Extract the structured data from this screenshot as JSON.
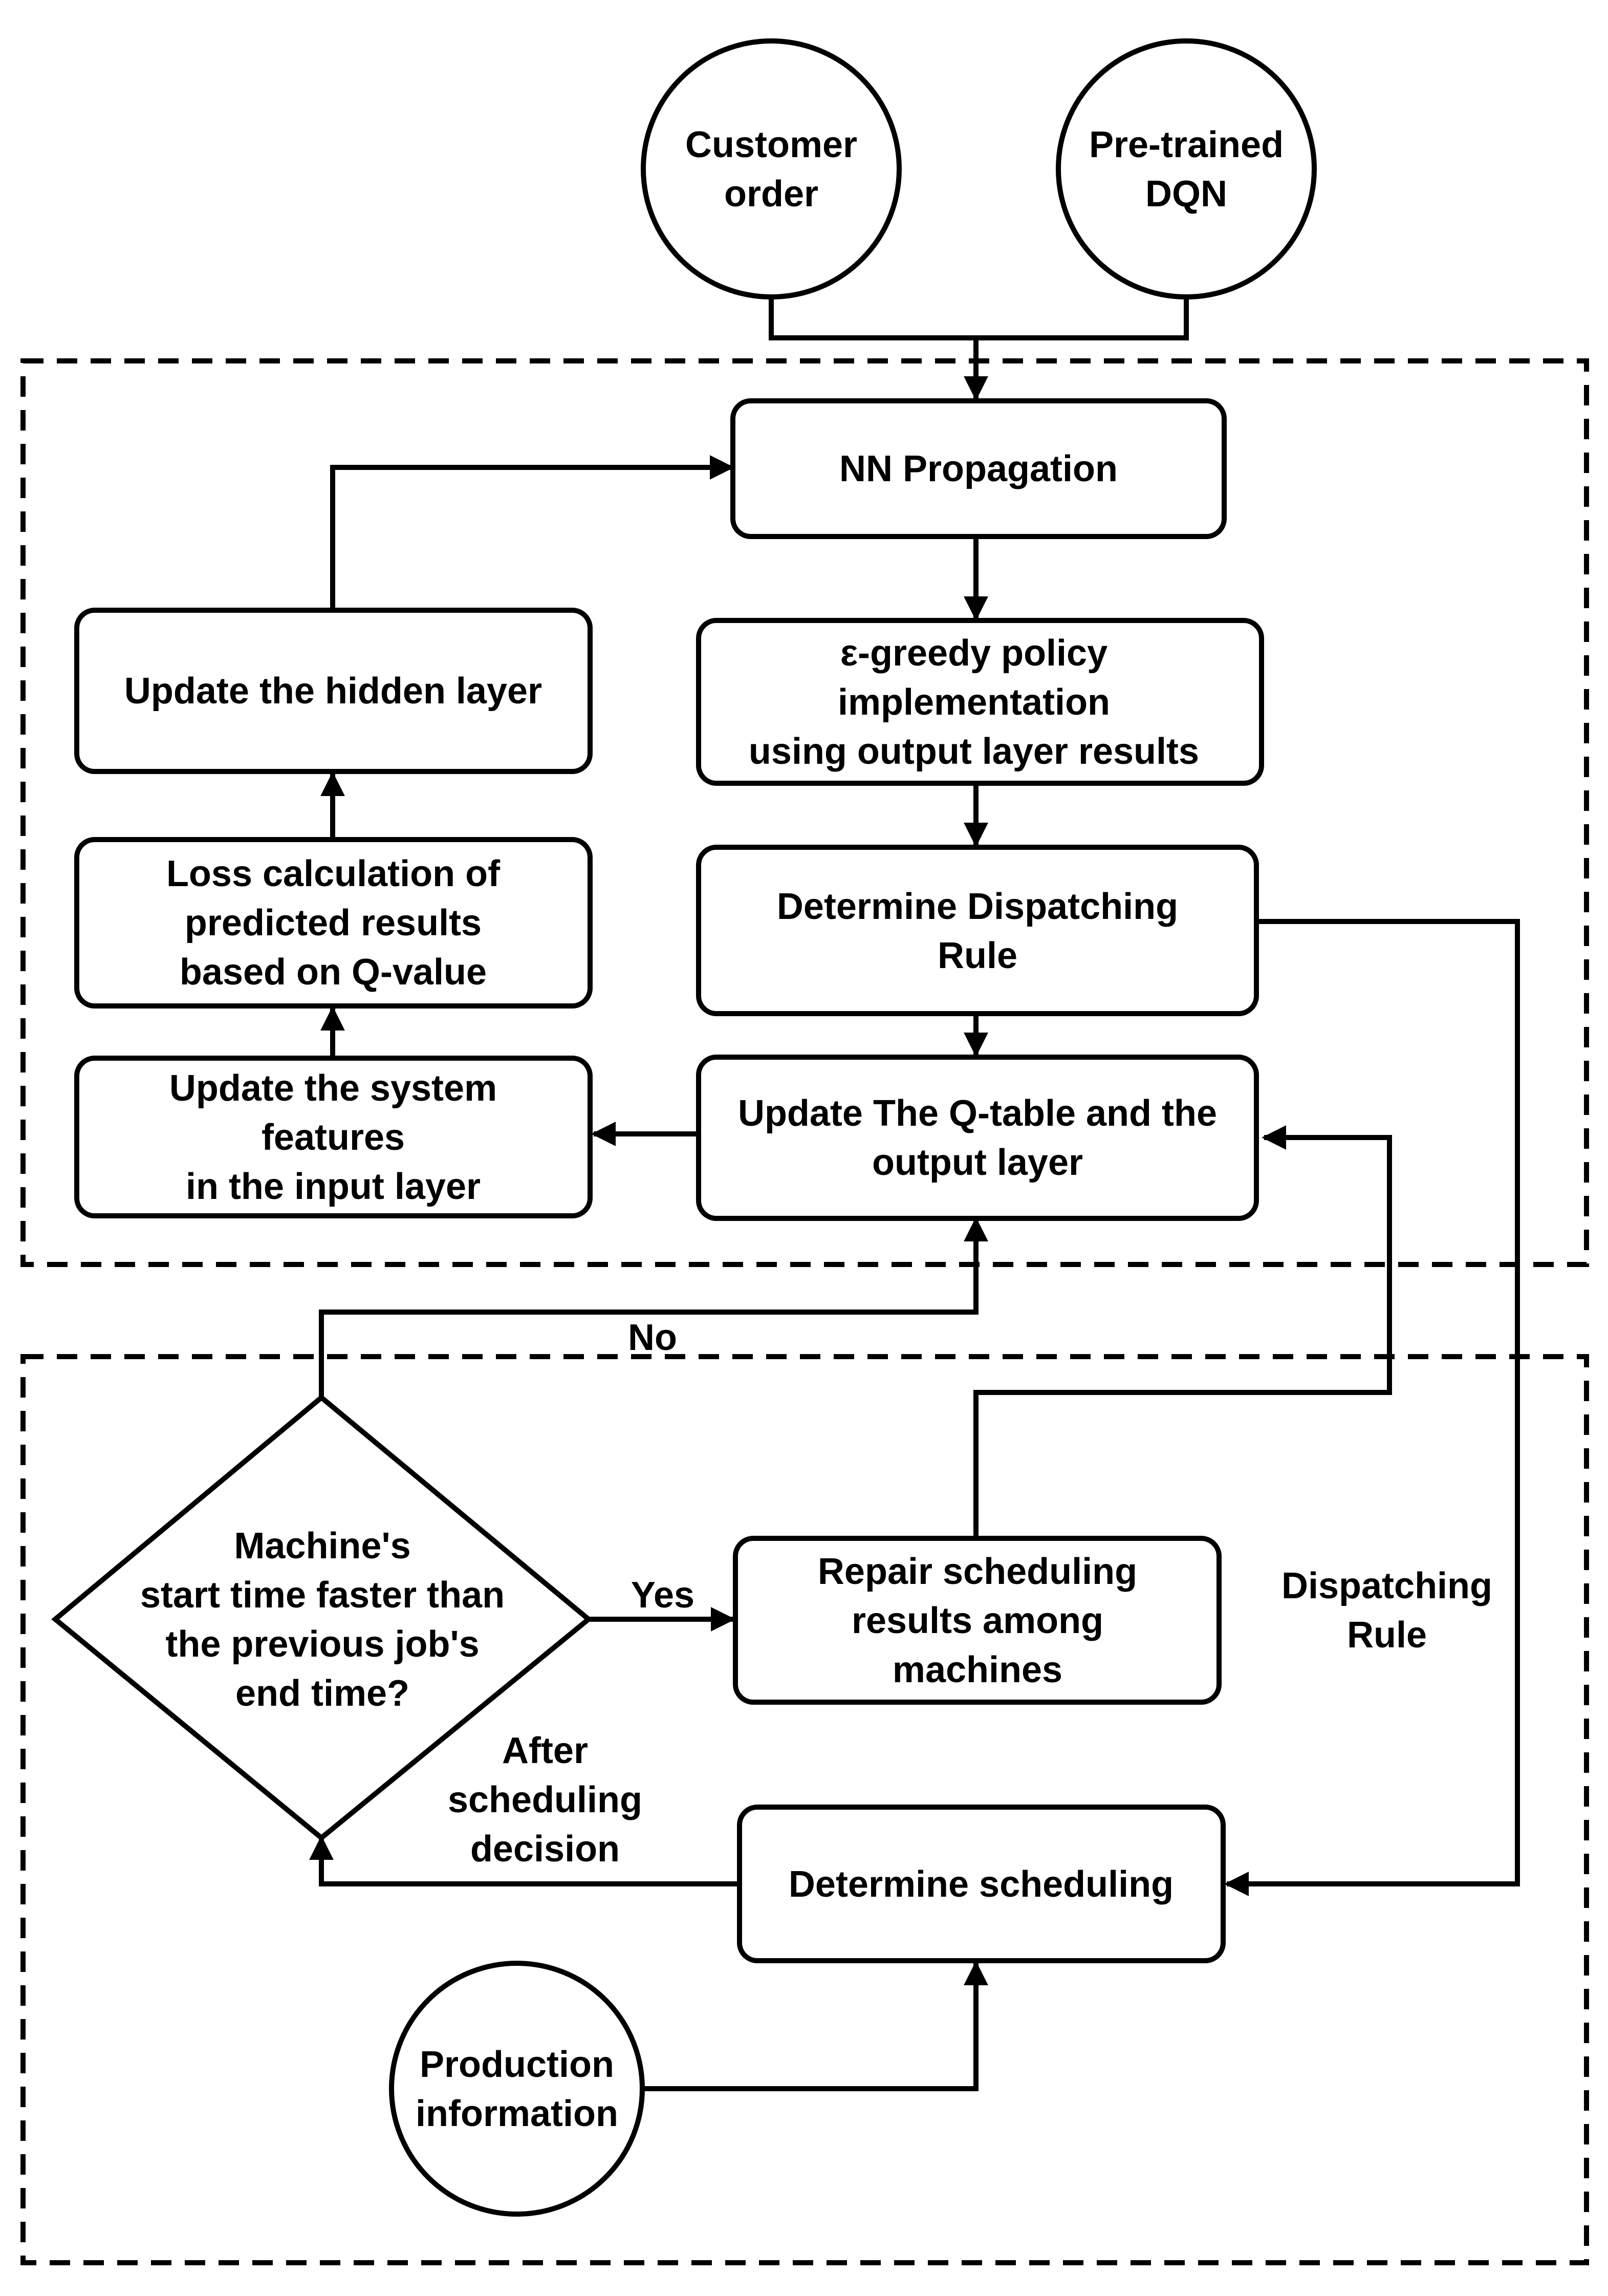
{
  "nodes": {
    "customer_order": [
      "Customer",
      "order"
    ],
    "pretrained_dqn": [
      "Pre-trained",
      "DQN"
    ],
    "nn_propagation": [
      "NN Propagation"
    ],
    "epsilon_greedy": [
      "ε-greedy policy",
      "implementation",
      "using output layer results"
    ],
    "determine_dispatching_rule": [
      "Determine Dispatching",
      "Rule"
    ],
    "update_qtable": [
      "Update The Q-table and the",
      "output layer"
    ],
    "update_system_features": [
      "Update the system",
      "features",
      "in the input layer"
    ],
    "loss_calculation": [
      "Loss calculation of",
      "predicted results",
      "based on Q-value"
    ],
    "update_hidden_layer": [
      "Update the hidden layer"
    ],
    "machine_decision": [
      "Machine's",
      "start time faster than",
      "the previous job's",
      "end time?"
    ],
    "repair_scheduling": [
      "Repair scheduling",
      "results among",
      "machines"
    ],
    "determine_scheduling": [
      "Determine scheduling"
    ],
    "production_information": [
      "Production",
      "information"
    ]
  },
  "edge_labels": {
    "no": [
      "No"
    ],
    "yes": [
      "Yes"
    ],
    "dispatching_rule": [
      "Dispatching",
      "Rule"
    ],
    "after_scheduling": [
      "After",
      "scheduling",
      "decision"
    ]
  }
}
